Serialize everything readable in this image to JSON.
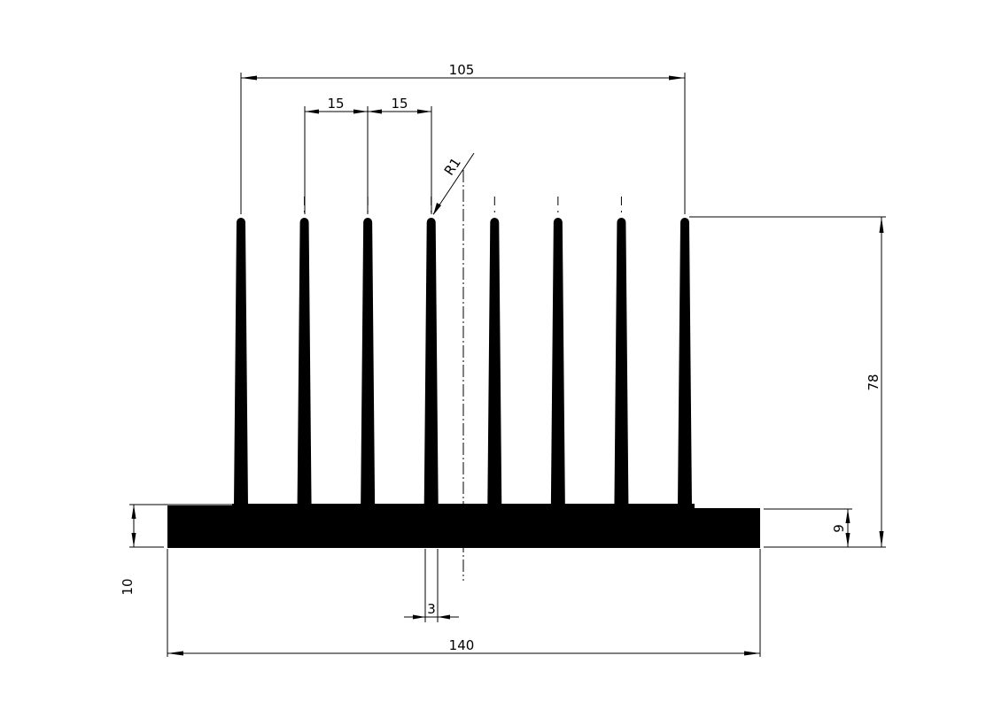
{
  "dimensions": {
    "overall_fin_span": "105",
    "fin_pitch_1": "15",
    "fin_pitch_2": "15",
    "tip_radius": "R1",
    "fin_height_total": "78",
    "base_thickness_right": "9",
    "base_thickness_left": "10",
    "fin_thickness": "3",
    "base_width": "140"
  },
  "profile": {
    "fin_count": 8
  },
  "colors": {
    "line": "#000000",
    "background": "#ffffff"
  }
}
